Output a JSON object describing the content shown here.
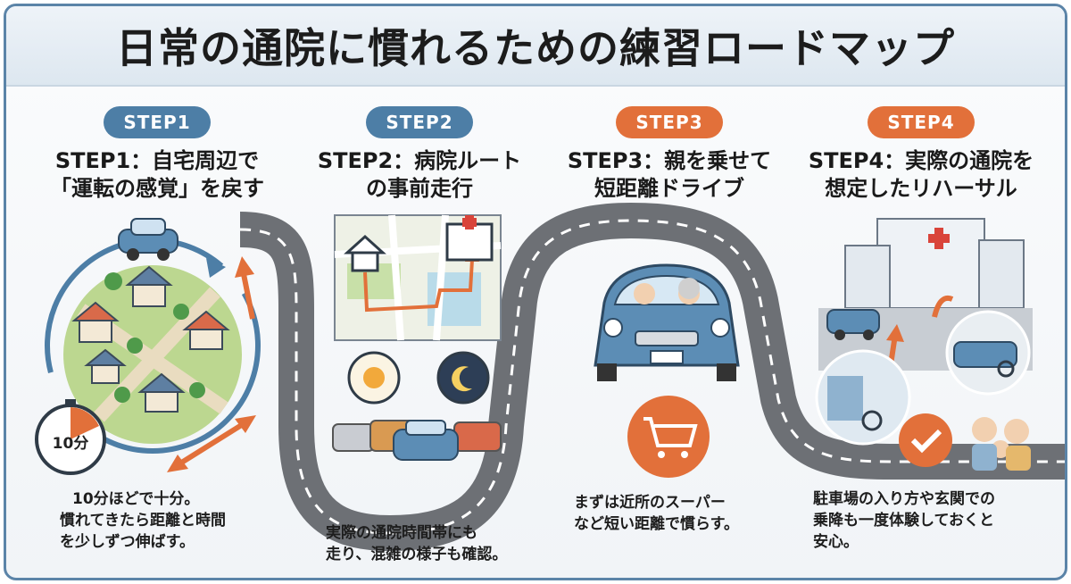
{
  "page": {
    "title": "日常の通院に慣れるための練習ロードマップ"
  },
  "steps": [
    {
      "badge": "STEP1",
      "heading_line1": "STEP1：自宅周辺で",
      "heading_line2": "「運転の感覚」を戻す",
      "desc_line1": "10分ほどで十分。",
      "desc_line2": "慣れてきたら距離と時間",
      "desc_line3": "を少しずつ伸ばす。",
      "clock_label": "10分"
    },
    {
      "badge": "STEP2",
      "heading_line1": "STEP2：病院ルート",
      "heading_line2": "の事前走行",
      "desc_line1": "実際の通院時間帯にも",
      "desc_line2": "走り、混雑の様子も確認。"
    },
    {
      "badge": "STEP3",
      "heading_line1": "STEP3：親を乗せて",
      "heading_line2": "短距離ドライブ",
      "desc_line1": "まずは近所のスーパー",
      "desc_line2": "など短い距離で慣らす。"
    },
    {
      "badge": "STEP4",
      "heading_line1": "STEP4：実際の通院を",
      "heading_line2": "想定したリハーサル",
      "desc_line1": "駐車場の入り方や玄関での",
      "desc_line2": "乗降も一度体験しておくと",
      "desc_line3": "安心。"
    }
  ],
  "colors": {
    "blue": "#4d7ea6",
    "orange": "#e2703a",
    "road": "#6d7075",
    "car": "#5c8db5"
  },
  "icons": [
    "car-icon",
    "house-icon",
    "tree-icon",
    "timer-icon",
    "map-icon",
    "hospital-icon",
    "sun-icon",
    "moon-icon",
    "cart-icon",
    "check-icon",
    "family-icon",
    "wheelchair-icon"
  ]
}
